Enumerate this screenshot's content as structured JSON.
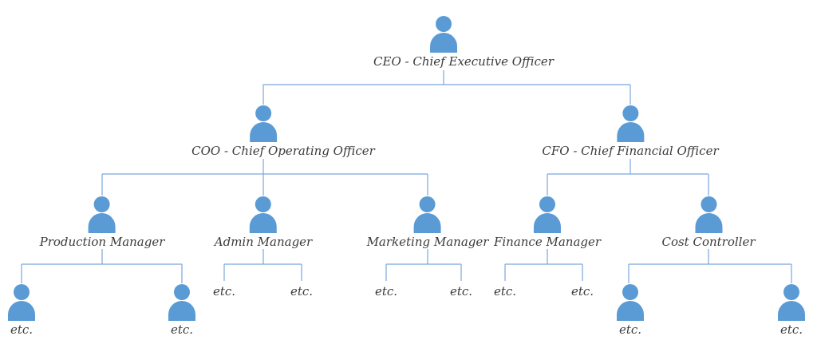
{
  "diagram": {
    "type": "org-chart",
    "colors": {
      "icon": "#5B9BD5",
      "line": "#7AA7DC",
      "text": "#3B3B3B",
      "background": "#FFFFFF"
    },
    "nodes": [
      {
        "id": "ceo",
        "label": "CEO - Chief Executive Officer",
        "icon": "person-icon",
        "reports_to": null
      },
      {
        "id": "coo",
        "label": "COO - Chief Operating Officer",
        "icon": "person-icon",
        "reports_to": "ceo"
      },
      {
        "id": "cfo",
        "label": "CFO - Chief Financial Officer",
        "icon": "person-icon",
        "reports_to": "ceo"
      },
      {
        "id": "production-manager",
        "label": "Production Manager",
        "icon": "person-icon",
        "reports_to": "coo"
      },
      {
        "id": "admin-manager",
        "label": "Admin Manager",
        "icon": "person-icon",
        "reports_to": "coo"
      },
      {
        "id": "marketing-manager",
        "label": "Marketing Manager",
        "icon": "person-icon",
        "reports_to": "coo"
      },
      {
        "id": "finance-manager",
        "label": "Finance Manager",
        "icon": "person-icon",
        "reports_to": "cfo"
      },
      {
        "id": "cost-controller",
        "label": "Cost Controller",
        "icon": "person-icon",
        "reports_to": "cfo"
      },
      {
        "id": "production-report-1",
        "label": "etc.",
        "icon": "person-icon",
        "reports_to": "production-manager"
      },
      {
        "id": "production-report-2",
        "label": "etc.",
        "icon": "person-icon",
        "reports_to": "production-manager"
      },
      {
        "id": "admin-report-1",
        "label": "etc.",
        "icon": null,
        "reports_to": "admin-manager"
      },
      {
        "id": "admin-report-2",
        "label": "etc.",
        "icon": null,
        "reports_to": "admin-manager"
      },
      {
        "id": "marketing-report-1",
        "label": "etc.",
        "icon": null,
        "reports_to": "marketing-manager"
      },
      {
        "id": "marketing-report-2",
        "label": "etc.",
        "icon": null,
        "reports_to": "marketing-manager"
      },
      {
        "id": "finance-report-1",
        "label": "etc.",
        "icon": null,
        "reports_to": "finance-manager"
      },
      {
        "id": "finance-report-2",
        "label": "etc.",
        "icon": null,
        "reports_to": "finance-manager"
      },
      {
        "id": "cost-report-1",
        "label": "etc.",
        "icon": "person-icon",
        "reports_to": "cost-controller"
      },
      {
        "id": "cost-report-2",
        "label": "etc.",
        "icon": "person-icon",
        "reports_to": "cost-controller"
      }
    ]
  }
}
